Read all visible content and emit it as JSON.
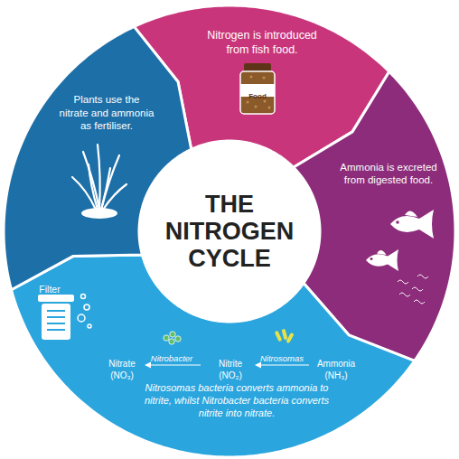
{
  "diagram": {
    "nodes": [
      {
        "text": [
          "Nitrogen is introduced from fish food."
        ]
      },
      {
        "text": [
          "Ammonia is excreted from digested food."
        ]
      },
      {
        "text": [
          "Nitrosomas bacteria converts ammonia to nitrite, whilst Nitrobacter bacteria converts nitrite into nitrate."
        ]
      },
      {
        "text": [
          "Plants use the nitrate and ammonia as fertiliser."
        ]
      },
      {
        "text": [
          "THE NITROGEN CYCLE"
        ]
      }
    ],
    "labels": [
      "Food",
      "Filter",
      "Nitrate",
      "(NO₃)",
      "Nitrobacter",
      "Nitrite",
      "(NO₂)",
      "Nitrosomas",
      "Ammonia",
      "(NH₃)"
    ]
  }
}
